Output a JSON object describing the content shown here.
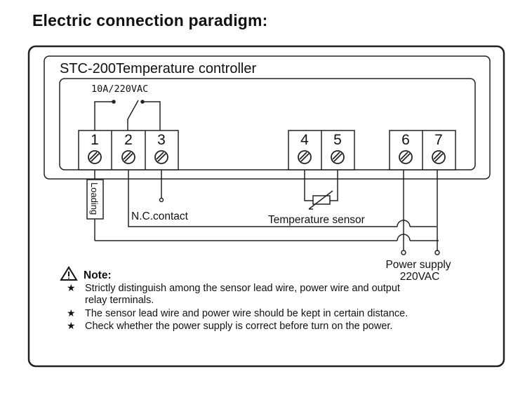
{
  "heading": "Electric connection paradigm:",
  "controller_title": "STC-200Temperature controller",
  "relay_rating": "10A/220VAC",
  "terminals": [
    "1",
    "2",
    "3",
    "4",
    "5",
    "6",
    "7"
  ],
  "labels": {
    "loading": "Loading",
    "nc_contact": "N.C.contact",
    "temperature_sensor": "Temperature sensor",
    "power_supply": "Power supply",
    "power_voltage": "220VAC"
  },
  "note": {
    "title": "Note:",
    "items": [
      "Strictly distinguish among the sensor lead wire, power wire and output",
      "relay terminals.",
      "The sensor lead wire and power wire should be kept in certain distance.",
      "Check whether the power supply is correct before turn on the power."
    ],
    "bullet": "★"
  },
  "icons": {
    "warning": "warning-triangle-icon",
    "screw": "screw-terminal-icon",
    "thermistor": "thermistor-icon"
  },
  "colors": {
    "line": "#222222",
    "background": "#ffffff"
  }
}
